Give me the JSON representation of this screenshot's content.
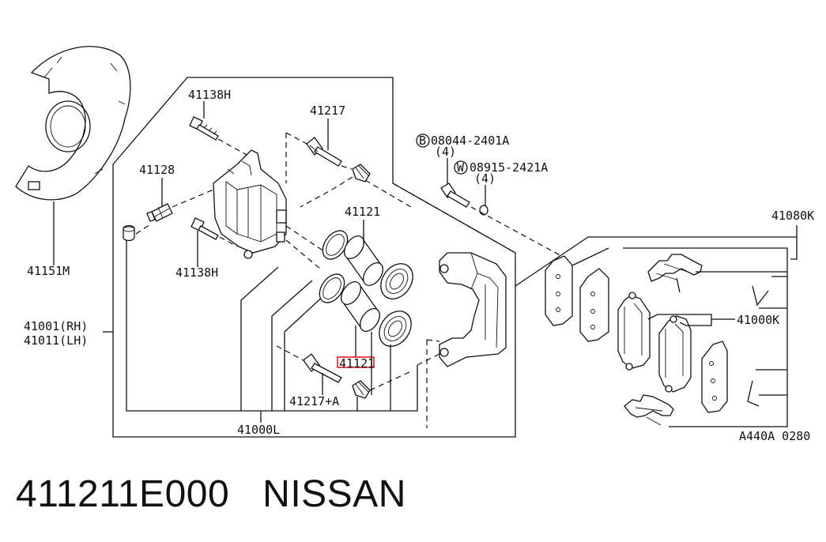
{
  "diagram": {
    "callouts": {
      "shield": "41151M",
      "bolt_top": "41138H",
      "bolt_mid": "41138H",
      "bleeder": "41128",
      "slide_pin": "41217",
      "slide_pin_a": "41217+A",
      "piston_top": "41121",
      "piston_highlight": "41121",
      "caliper_assy_rh": "41001(RH)",
      "caliper_assy_lh": "41011(LH)",
      "caliper_body": "41000L",
      "pad_kit": "41080K",
      "pad": "41000K",
      "bolt_b_label": "08044-2401A",
      "bolt_b_qty": "(4)",
      "washer_w_label": "08915-2421A",
      "washer_w_qty": "(4)",
      "diagram_code": "A440A 0280"
    },
    "badges": {
      "bolt": "B",
      "washer": "W"
    },
    "highlight_color": "#e02020"
  },
  "caption": {
    "part_number": "411211E000",
    "brand": "NISSAN"
  }
}
